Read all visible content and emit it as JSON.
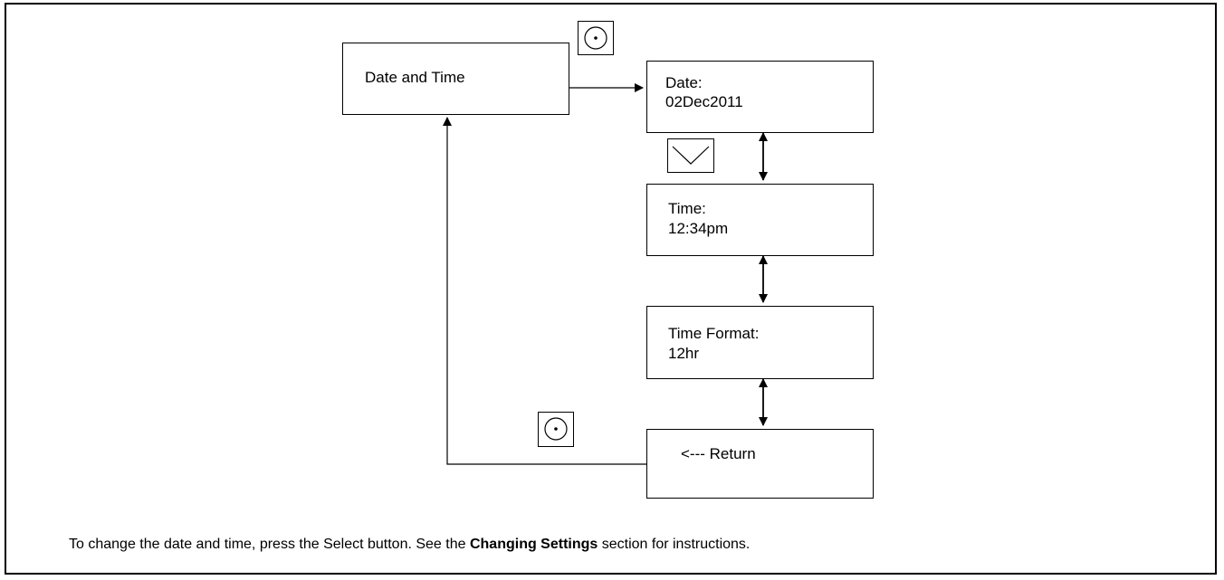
{
  "menu": {
    "root_label": "Date and Time",
    "items": [
      {
        "label": "Date:",
        "value": "02Dec2011"
      },
      {
        "label": "Time:",
        "value": "12:34pm"
      },
      {
        "label": "Time Format:",
        "value": "12hr"
      },
      {
        "label": "<--- Return",
        "value": ""
      }
    ]
  },
  "buttons": {
    "select_icon": "select-icon",
    "down_icon": "chevron-down-icon"
  },
  "caption": {
    "before": "To change the date and time, press the Select button. See the ",
    "bold": "Changing Settings",
    "after": " section for instructions."
  }
}
